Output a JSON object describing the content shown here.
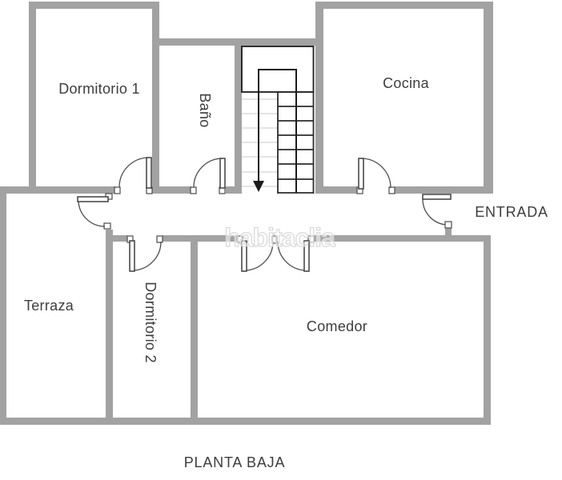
{
  "floorplan": {
    "title": "PLANTA BAJA",
    "watermark": "habitaclia",
    "entrance_label": "ENTRADA",
    "rooms": {
      "dormitorio1": {
        "label": "Dormitorio 1"
      },
      "bano": {
        "label": "Baño"
      },
      "cocina": {
        "label": "Cocina"
      },
      "terraza": {
        "label": "Terraza"
      },
      "dormitorio2": {
        "label": "Dormitorio 2"
      },
      "comedor": {
        "label": "Comedor"
      }
    },
    "icons": {
      "stair_direction": "down-arrow"
    },
    "colors": {
      "background": "#ffffff",
      "wall_gray": "#a2a2a2",
      "label_text": "#3d3d3d",
      "door_line": "#4d4d4d",
      "stair_line_dark": "#2b2b2b",
      "stair_line_light": "#dcdcdc",
      "stair_arrow": "#1c1c1c",
      "watermark_gray": "#d8d8d8"
    }
  }
}
